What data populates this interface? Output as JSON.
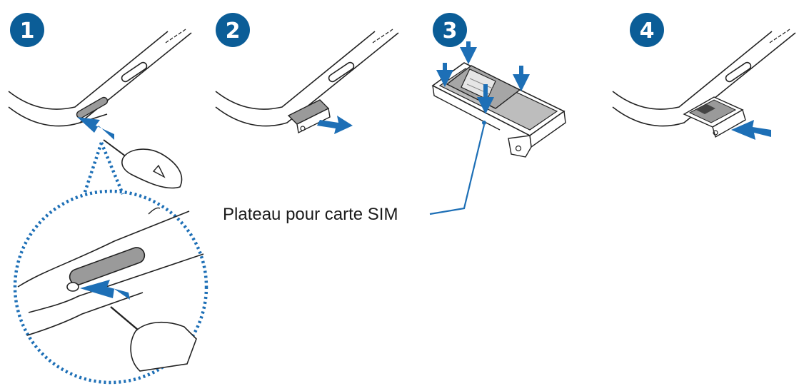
{
  "steps": [
    {
      "number": "1"
    },
    {
      "number": "2"
    },
    {
      "number": "3"
    },
    {
      "number": "4"
    }
  ],
  "callout": {
    "text": "Plateau pour carte SIM"
  },
  "colors": {
    "badge": "#0b5d97",
    "arrow": "#1d6fb6",
    "line": "#222222",
    "tray": "#9a9a9a",
    "dotted": "#1d6fb6"
  }
}
